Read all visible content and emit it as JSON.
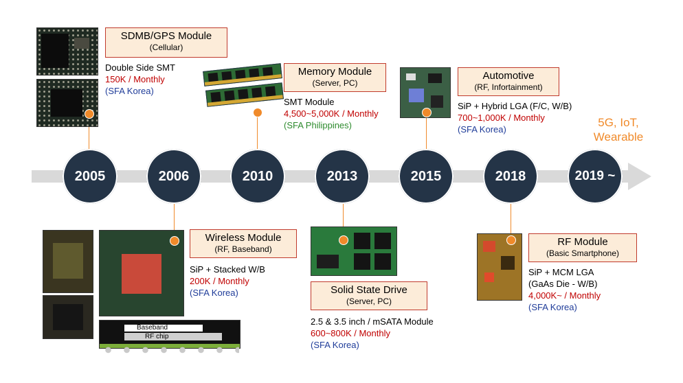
{
  "timeline": {
    "years": [
      "2005",
      "2006",
      "2010",
      "2013",
      "2015",
      "2018",
      "2019 ~"
    ],
    "future_label_line1": "5G, IoT,",
    "future_label_line2": "Wearable"
  },
  "milestones": {
    "sdmb": {
      "title": "SDMB/GPS Module",
      "subtitle": "(Cellular)",
      "line1": "Double Side SMT",
      "volume": "150K / Monthly",
      "site": "(SFA Korea)"
    },
    "wireless": {
      "title": "Wireless Module",
      "subtitle": "(RF, Baseband)",
      "line1": "SiP + Stacked W/B",
      "volume": "200K / Monthly",
      "site": "(SFA Korea)",
      "diagram_top": "Baseband",
      "diagram_bottom": "RF chip"
    },
    "memory": {
      "title": "Memory Module",
      "subtitle": "(Server, PC)",
      "line1": "SMT Module",
      "volume": "4,500~5,000K / Monthly",
      "site": "(SFA Philippines)"
    },
    "ssd": {
      "title": "Solid State Drive",
      "subtitle": "(Server, PC)",
      "line1": "2.5 & 3.5 inch / mSATA Module",
      "volume": "600~800K / Monthly",
      "site": "(SFA Korea)"
    },
    "automotive": {
      "title": "Automotive",
      "subtitle": "(RF, Infortainment)",
      "line1": "SiP + Hybrid LGA (F/C, W/B)",
      "volume": "700~1,000K / Monthly",
      "site": "(SFA Korea)"
    },
    "rf": {
      "title": "RF Module",
      "subtitle": "(Basic Smartphone)",
      "line1": "SiP + MCM LGA",
      "line2": "(GaAs Die - W/B)",
      "volume": "4,000K~ / Monthly",
      "site": "(SFA Korea)"
    }
  },
  "colors": {
    "year_circle": "#243447",
    "accent_orange": "#f08a2a",
    "box_fill": "#fcecd9",
    "box_border": "#c0392b",
    "volume_red": "#c00000",
    "site_blue": "#1f3c99",
    "site_green": "#2e8b2e"
  }
}
